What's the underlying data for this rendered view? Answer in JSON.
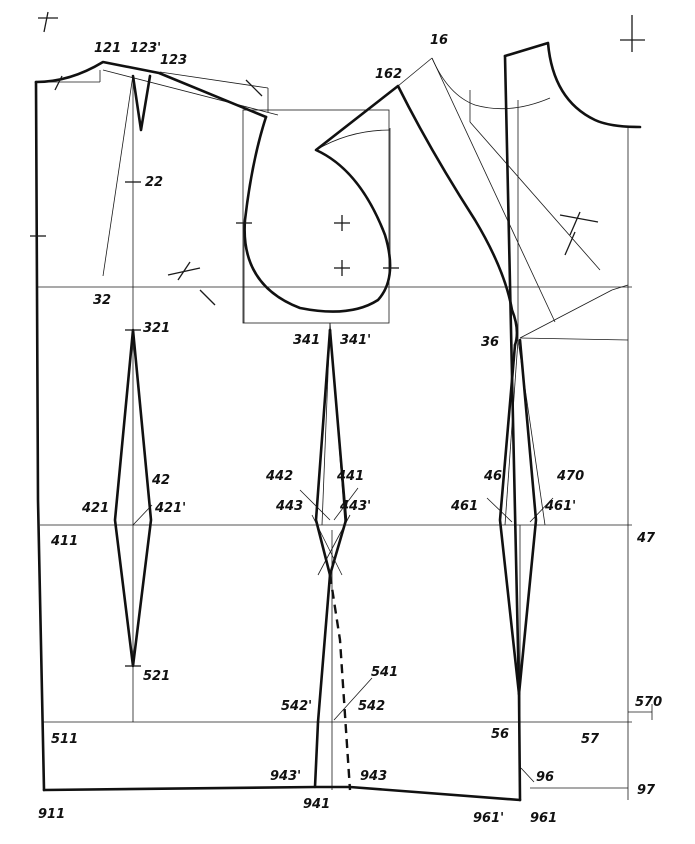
{
  "points": {
    "p121": "121",
    "p123p": "123'",
    "p123": "123",
    "p16": "16",
    "p162": "162",
    "p22": "22",
    "p32": "32",
    "p321": "321",
    "p341": "341",
    "p341p": "341'",
    "p36": "36",
    "p442": "442",
    "p441": "441",
    "p443": "443",
    "p443p": "443'",
    "p46": "46",
    "p470": "470",
    "p461": "461",
    "p461p": "461'",
    "p421": "421",
    "p42": "42",
    "p421p": "421'",
    "p411": "411",
    "p47": "47",
    "p521": "521",
    "p541": "541",
    "p542p": "542'",
    "p542": "542",
    "p570": "570",
    "p511": "511",
    "p56": "56",
    "p57": "57",
    "p943p": "943'",
    "p943": "943",
    "p96": "96",
    "p97": "97",
    "p911": "911",
    "p941": "941",
    "p961p": "961'",
    "p961": "961"
  }
}
